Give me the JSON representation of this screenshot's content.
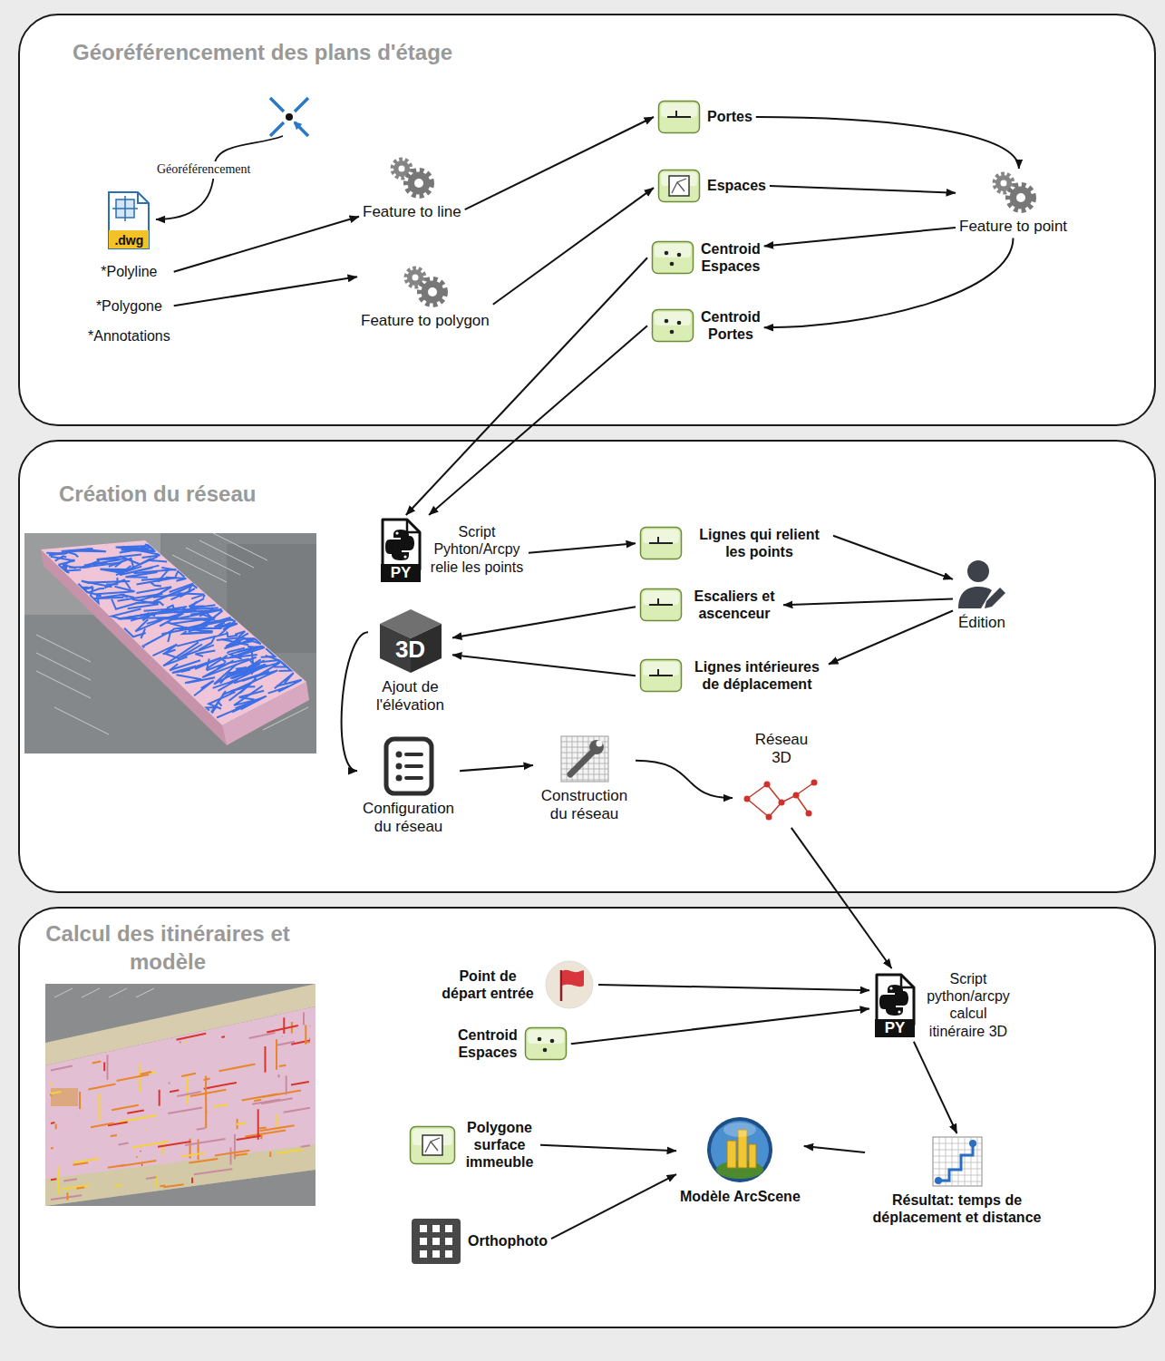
{
  "diagram": {
    "nodes": [
      {
        "text": [
          "Géoréférencement des plans d'étage"
        ]
      },
      {
        "text": [
          ".dwg",
          "*Polyline",
          "*Polygone",
          "*Annotations"
        ],
        "in": 0
      },
      {
        "text": [
          "Feature to line"
        ],
        "in": 0
      },
      {
        "text": [
          "Feature to polygon"
        ],
        "in": 0
      },
      {
        "text": [
          "Portes"
        ],
        "in": 0
      },
      {
        "text": [
          "Espaces"
        ],
        "in": 0
      },
      {
        "text": [
          "Centroid Espaces"
        ],
        "in": 0
      },
      {
        "text": [
          "Centroid Portes"
        ],
        "in": 0
      },
      {
        "text": [
          "Feature to point"
        ],
        "in": 0
      },
      {
        "text": [
          "Création du réseau"
        ]
      },
      {
        "text": [
          "PY",
          "Script Pyhton/Arcpy relie les points"
        ],
        "in": 9
      },
      {
        "text": [
          "Lignes qui relient les points"
        ],
        "in": 9
      },
      {
        "text": [
          "Édition"
        ],
        "in": 9
      },
      {
        "text": [
          "Escaliers et ascenceur"
        ],
        "in": 9
      },
      {
        "text": [
          "Lignes intérieures de déplacement"
        ],
        "in": 9
      },
      {
        "text": [
          "3D",
          "Ajout de l'élévation"
        ],
        "in": 9
      },
      {
        "text": [
          "Configuration du réseau"
        ],
        "in": 9
      },
      {
        "text": [
          "Construction du réseau"
        ],
        "in": 9
      },
      {
        "text": [
          "Réseau 3D"
        ],
        "in": 9
      },
      {
        "text": [
          "Calcul des itinéraires et modèle"
        ]
      },
      {
        "text": [
          "Point de départ entrée"
        ],
        "in": 19
      },
      {
        "text": [
          "Centroid Espaces"
        ],
        "in": 19
      },
      {
        "text": [
          "PY",
          "Script python/arcpy calcul itinéraire 3D"
        ],
        "in": 19
      },
      {
        "text": [
          "Polygone surface immeuble"
        ],
        "in": 19
      },
      {
        "text": [
          "Orthophoto"
        ],
        "in": 19
      },
      {
        "text": [
          "Modèle ArcScene"
        ],
        "in": 19
      },
      {
        "text": [
          "Résultat: temps de déplacement et distance"
        ],
        "in": 19
      }
    ],
    "edges": [
      {
        "from": 1,
        "to": 2,
        "arrow": "to"
      },
      {
        "from": 1,
        "to": 3,
        "arrow": "to"
      },
      {
        "from": 2,
        "to": 4,
        "arrow": "to"
      },
      {
        "from": 3,
        "to": 5,
        "arrow": "to"
      },
      {
        "from": 4,
        "to": 8,
        "arrow": "to"
      },
      {
        "from": 5,
        "to": 8,
        "arrow": "to"
      },
      {
        "from": 8,
        "to": 6,
        "arrow": "to"
      },
      {
        "from": 8,
        "to": 7,
        "arrow": "to"
      },
      {
        "from": 6,
        "to": 10,
        "arrow": "to"
      },
      {
        "from": 7,
        "to": 10,
        "arrow": "to"
      },
      {
        "from": 10,
        "to": 11,
        "arrow": "to"
      },
      {
        "from": 11,
        "to": 12,
        "arrow": "to"
      },
      {
        "from": 12,
        "to": 13,
        "arrow": "to"
      },
      {
        "from": 12,
        "to": 14,
        "arrow": "to"
      },
      {
        "from": 13,
        "to": 15,
        "arrow": "to"
      },
      {
        "from": 14,
        "to": 15,
        "arrow": "to"
      },
      {
        "from": 15,
        "to": 16,
        "arrow": "to"
      },
      {
        "from": 16,
        "to": 17,
        "arrow": "to"
      },
      {
        "from": 17,
        "to": 18,
        "arrow": "to"
      },
      {
        "from": 18,
        "to": 22,
        "arrow": "to"
      },
      {
        "from": 20,
        "to": 22,
        "arrow": "to"
      },
      {
        "from": 21,
        "to": 22,
        "arrow": "to"
      },
      {
        "from": 22,
        "to": 26,
        "arrow": "to"
      },
      {
        "from": 26,
        "to": 25,
        "arrow": "to"
      },
      {
        "from": 23,
        "to": 25,
        "arrow": "to"
      },
      {
        "from": 24,
        "to": 25,
        "arrow": "to"
      }
    ],
    "labels": [
      "Géoréférencement"
    ]
  }
}
